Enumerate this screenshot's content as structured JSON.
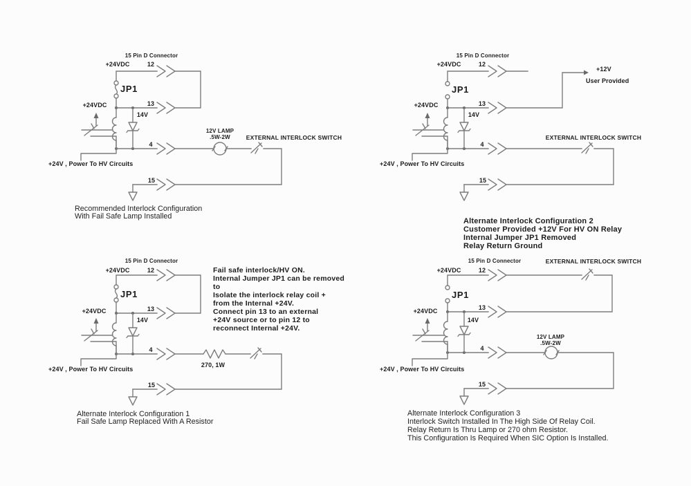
{
  "colors": {
    "wire": "#7d7d7d",
    "text": "#1c1c1c",
    "background": "#fcfcfc"
  },
  "diagrams": {
    "recommended": {
      "connector_title": "15 Pin D Connector",
      "labels": {
        "vdc_top": "+24VDC",
        "pin12": "12",
        "jumper": "JP1",
        "vdc_left": "+24VDC",
        "pin13": "13",
        "zener": "14V",
        "pin4": "4",
        "pin15": "15",
        "lamp_line1": "12V LAMP",
        "lamp_line2": ".5W-2W",
        "external_switch": "EXTERNAL INTERLOCK SWITCH",
        "power_note": "+24V , Power To HV Circuits"
      },
      "caption": [
        "Recommended Interlock Configuration",
        "With Fail Safe Lamp Installed"
      ]
    },
    "alternate2": {
      "connector_title": "15 Pin D Connector",
      "labels": {
        "vdc_top": "+24VDC",
        "pin12": "12",
        "jumper": "JP1",
        "vdc_left": "+24VDC",
        "v12": "+12V",
        "user_provided": "User Provided",
        "pin13": "13",
        "zener": "14V",
        "pin4": "4",
        "pin15": "15",
        "external_switch": "EXTERNAL INTERLOCK SWITCH",
        "power_note": "+24V , Power To HV Circuits"
      },
      "caption": [
        "Alternate Interlock Configuration 2",
        "Customer Provided +12V For HV ON Relay",
        "Internal Jumper JP1 Removed",
        "Relay Return Ground"
      ]
    },
    "alternate1": {
      "connector_title": "15 Pin D Connector",
      "labels": {
        "vdc_top": "+24VDC",
        "pin12": "12",
        "jumper": "JP1",
        "vdc_left": "+24VDC",
        "pin13": "13",
        "zener": "14V",
        "pin4": "4",
        "pin15": "15",
        "resistor": "270, 1W",
        "power_note": "+24V , Power To HV Circuits"
      },
      "caption": [
        "Alternate Interlock Configuration 1",
        "Fail Safe Lamp Replaced With A Resistor"
      ],
      "note": [
        "Fail safe interlock/HV ON.",
        "Internal Jumper JP1 can be removed",
        "to",
        "Isolate the interlock relay coil +",
        "from the Internal +24V.",
        "Connect pin 13 to an external",
        "+24V source or to pin 12 to",
        "reconnect Internal +24V."
      ]
    },
    "alternate3": {
      "connector_title": "15 Pin D Connector",
      "labels": {
        "vdc_top": "+24VDC",
        "pin12": "12",
        "jumper": "JP1",
        "vdc_left": "+24VDC",
        "pin13": "13",
        "zener": "14V",
        "pin4": "4",
        "pin15": "15",
        "lamp_line1": "12V LAMP",
        "lamp_line2": ".5W-2W",
        "external_switch": "EXTERNAL INTERLOCK SWITCH",
        "power_note": "+24V , Power To HV Circuits"
      },
      "caption": [
        "Alternate Interlock Configuration 3",
        "Interlock Switch Installed In The High Side Of Relay Coil.",
        "Relay Return Is Thru Lamp or 270 ohm Resistor.",
        "This Configuration Is Required When SIC Option Is Installed."
      ]
    }
  }
}
